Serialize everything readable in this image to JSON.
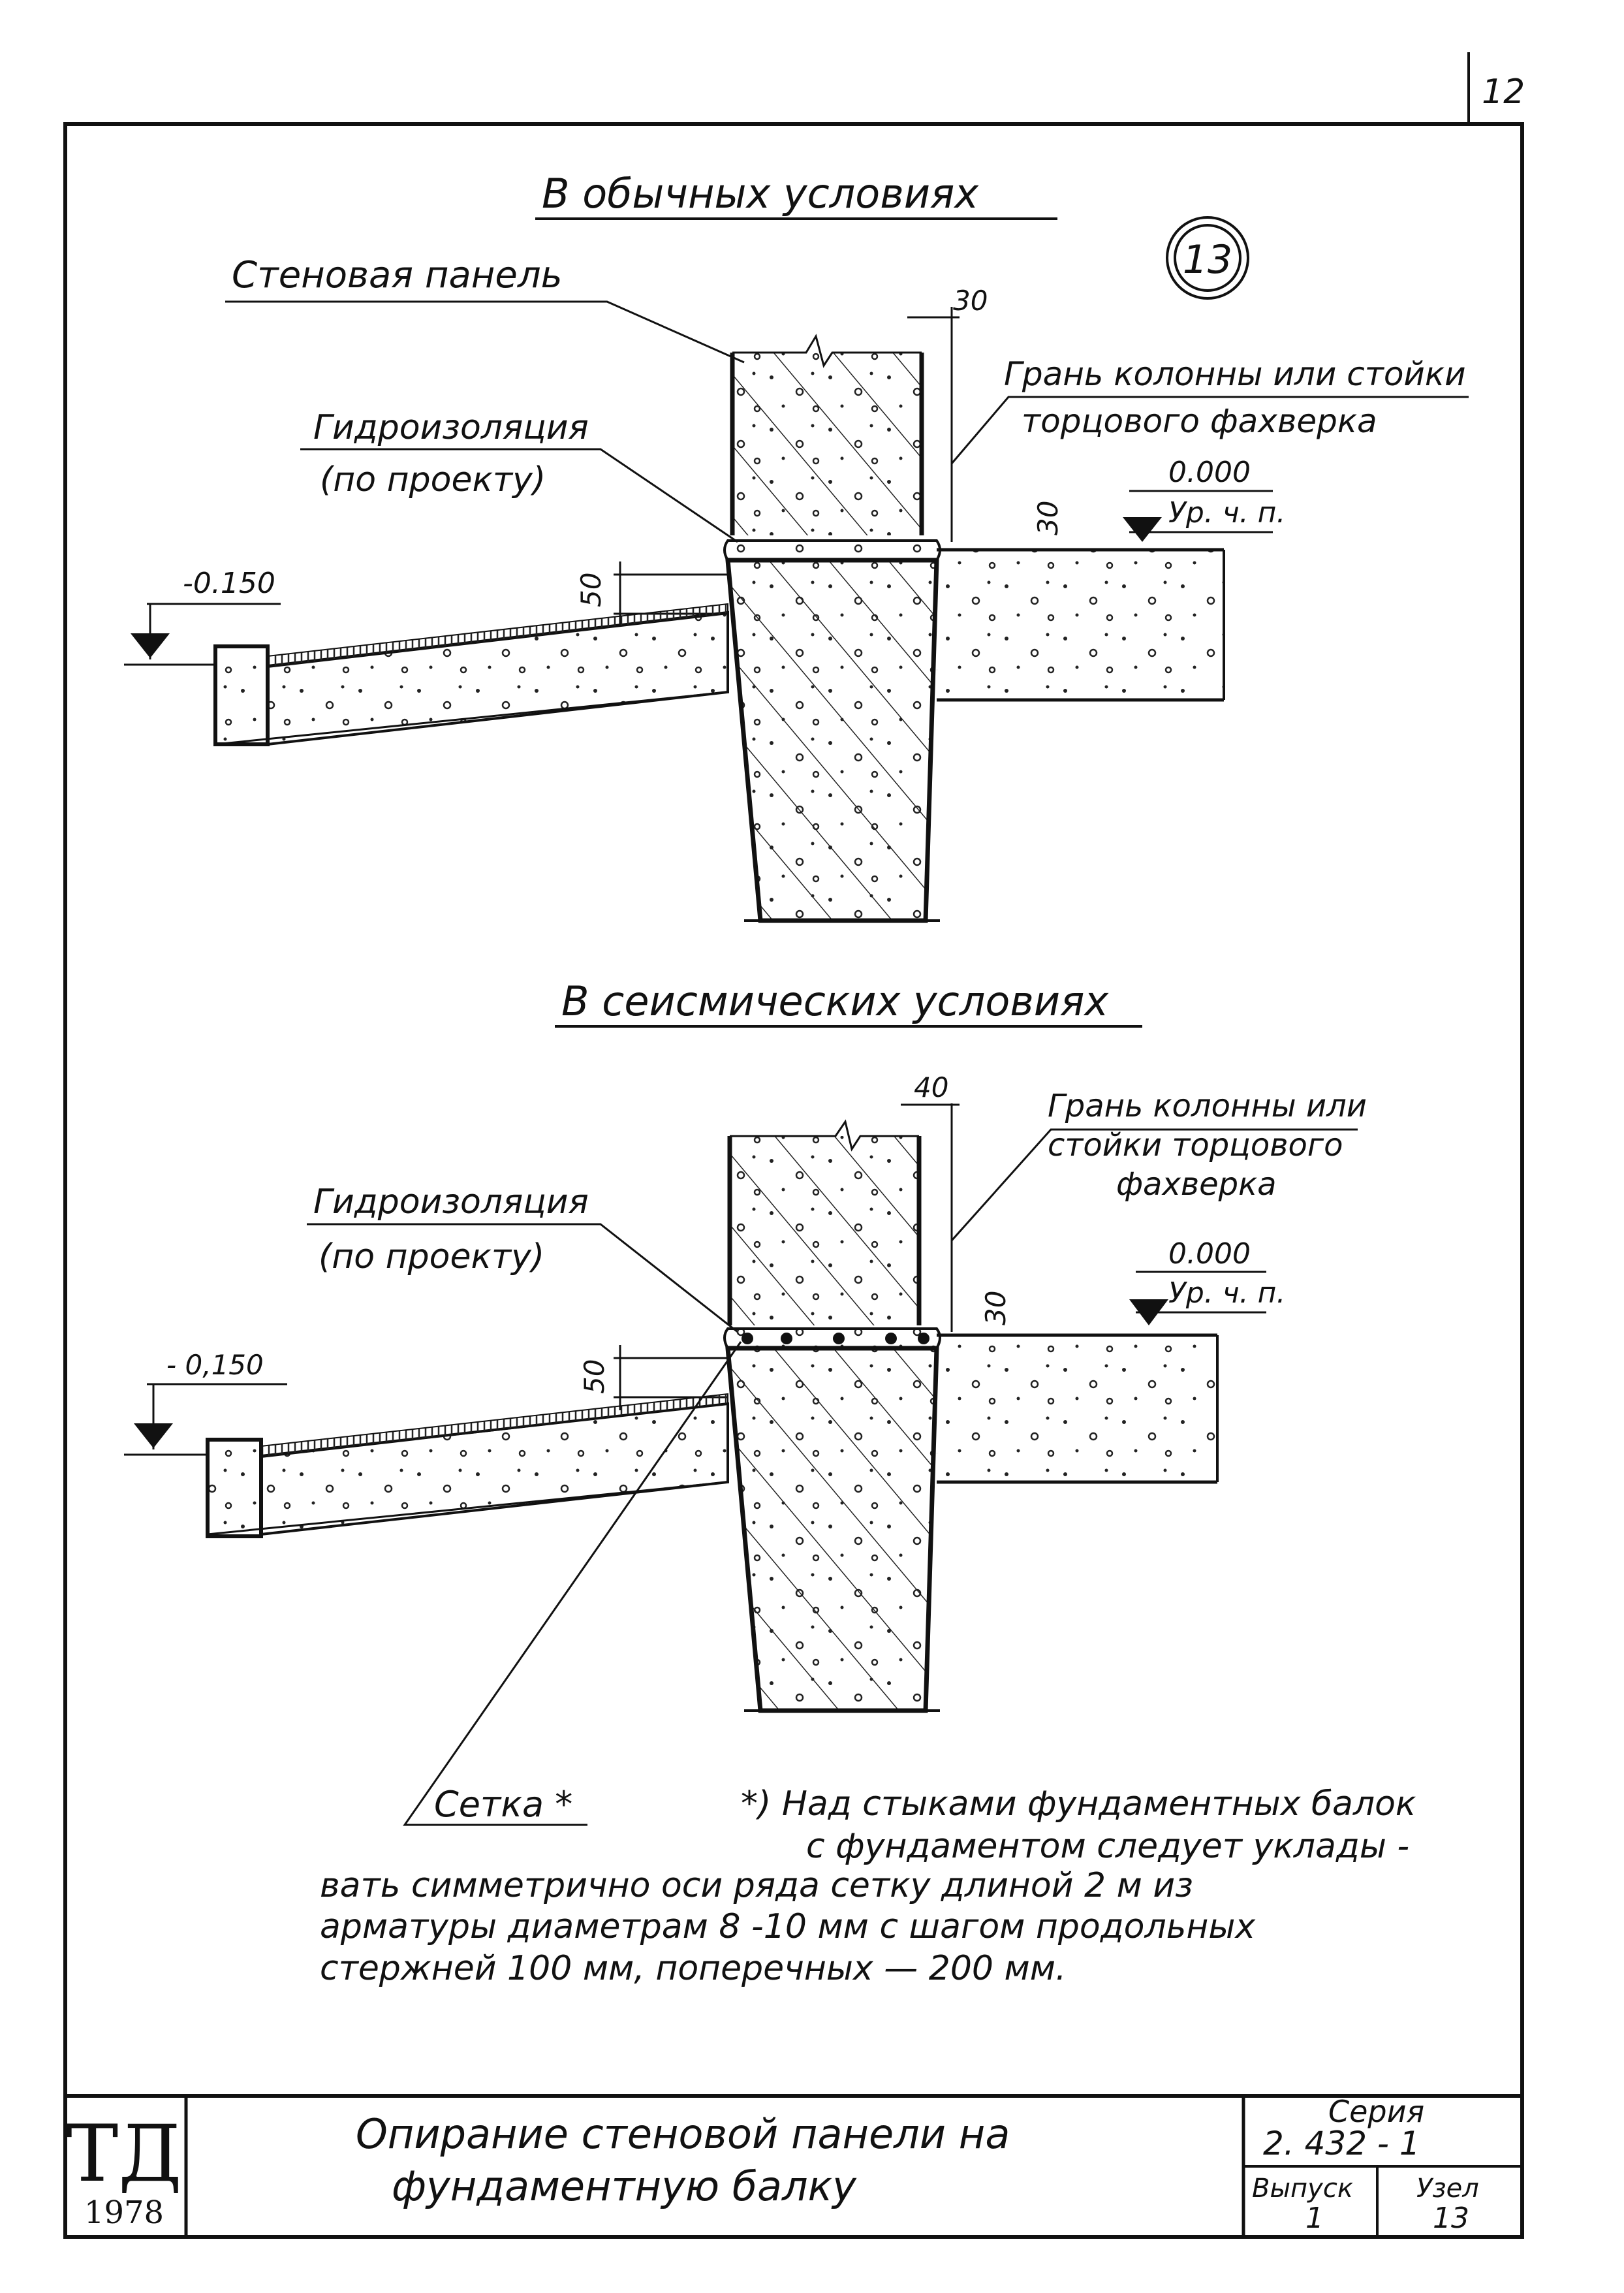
{
  "page_number": "12",
  "node_number": "13",
  "section_normal": {
    "title": "В обычных условиях",
    "label_wall_panel": "Стеновая панель",
    "label_waterproof_1": "Гидроизоляция",
    "label_waterproof_2": "(по проекту)",
    "label_column_1": "Грань колонны или стойки",
    "label_column_2": "торцового фахверка",
    "dim_top": "30",
    "dim_gap": "30",
    "dim_50": "50",
    "level_zero": "0.000",
    "level_zero_sub": "Ур. ч. п.",
    "level_minus": "-0.150"
  },
  "section_seismic": {
    "title": "В сеисмических условиях",
    "label_waterproof_1": "Гидроизоляция",
    "label_waterproof_2": "(по проекту)",
    "label_column_1": "Грань колонны или",
    "label_column_2": "стойки торцового",
    "label_column_3": "фахверка",
    "dim_top": "40",
    "dim_gap": "30",
    "dim_50": "50",
    "level_zero": "0.000",
    "level_zero_sub": "Ур. ч. п.",
    "level_minus": "- 0,150"
  },
  "note": {
    "mesh_label": "Сетка *",
    "line1": "*) Над стыками фундаментных балок",
    "line2": "с фундаментом следует уклады -",
    "line3": "вать симметрично оси ряда сетку длиной 2 м из",
    "line4": "арматуры диаметрам 8 -10 мм с шагом продольных",
    "line5": "стержней 100 мм, поперечных — 200 мм."
  },
  "stamp": {
    "logo_letters": "ТД",
    "logo_year": "1978",
    "title_line1": "Опирание стеновой панели на",
    "title_line2": "фундаментную балку",
    "series_label": "Серия",
    "series_value": "2. 432 - 1",
    "issue_label": "Выпуск",
    "issue_value": "1",
    "node_label": "Узел",
    "node_value": "13"
  }
}
